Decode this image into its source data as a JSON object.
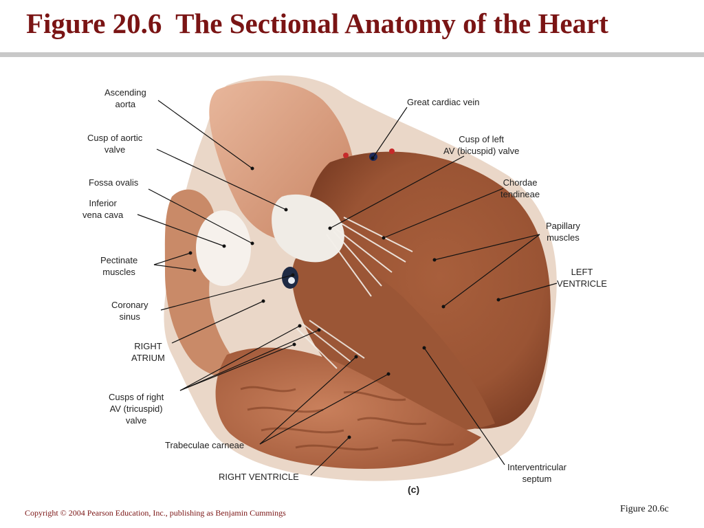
{
  "slide": {
    "title": "Figure 20.6  The Sectional Anatomy of the Heart",
    "copyright": "Copyright © 2004 Pearson Education, Inc., publishing as Benjamin Cummings",
    "figure_ref": "Figure 20.6c"
  },
  "figure": {
    "panel_letter": "(c)",
    "labels": {
      "ascending_aorta": "Ascending\naorta",
      "cusp_aortic_valve": "Cusp of aortic\nvalve",
      "fossa_ovalis": "Fossa ovalis",
      "inferior_vena_cava": "Inferior\nvena cava",
      "pectinate_muscles": "Pectinate\nmuscles",
      "coronary_sinus": "Coronary\nsinus",
      "right_atrium": "RIGHT\nATRIUM",
      "cusps_right_av": "Cusps of right\nAV (tricuspid)\nvalve",
      "trabeculae_carneae": "Trabeculae carneae",
      "right_ventricle": "RIGHT VENTRICLE",
      "great_cardiac_vein": "Great cardiac vein",
      "cusp_left_av": "Cusp of left\nAV (bicuspid) valve",
      "chordae_tendineae": "Chordae\ntendineae",
      "papillary_muscles": "Papillary\nmuscles",
      "left_ventricle": "LEFT\nVENTRICLE",
      "interventricular_septum": "Interventricular\nseptum"
    }
  },
  "colors": {
    "title": "#7a1414",
    "rule": "#c8c8c8",
    "tissue_dark": "#8a4a2a",
    "tissue_mid": "#b06a45",
    "tissue_light": "#d99a7a",
    "fat_pale": "#eee6dc",
    "leader_line": "#111111"
  }
}
